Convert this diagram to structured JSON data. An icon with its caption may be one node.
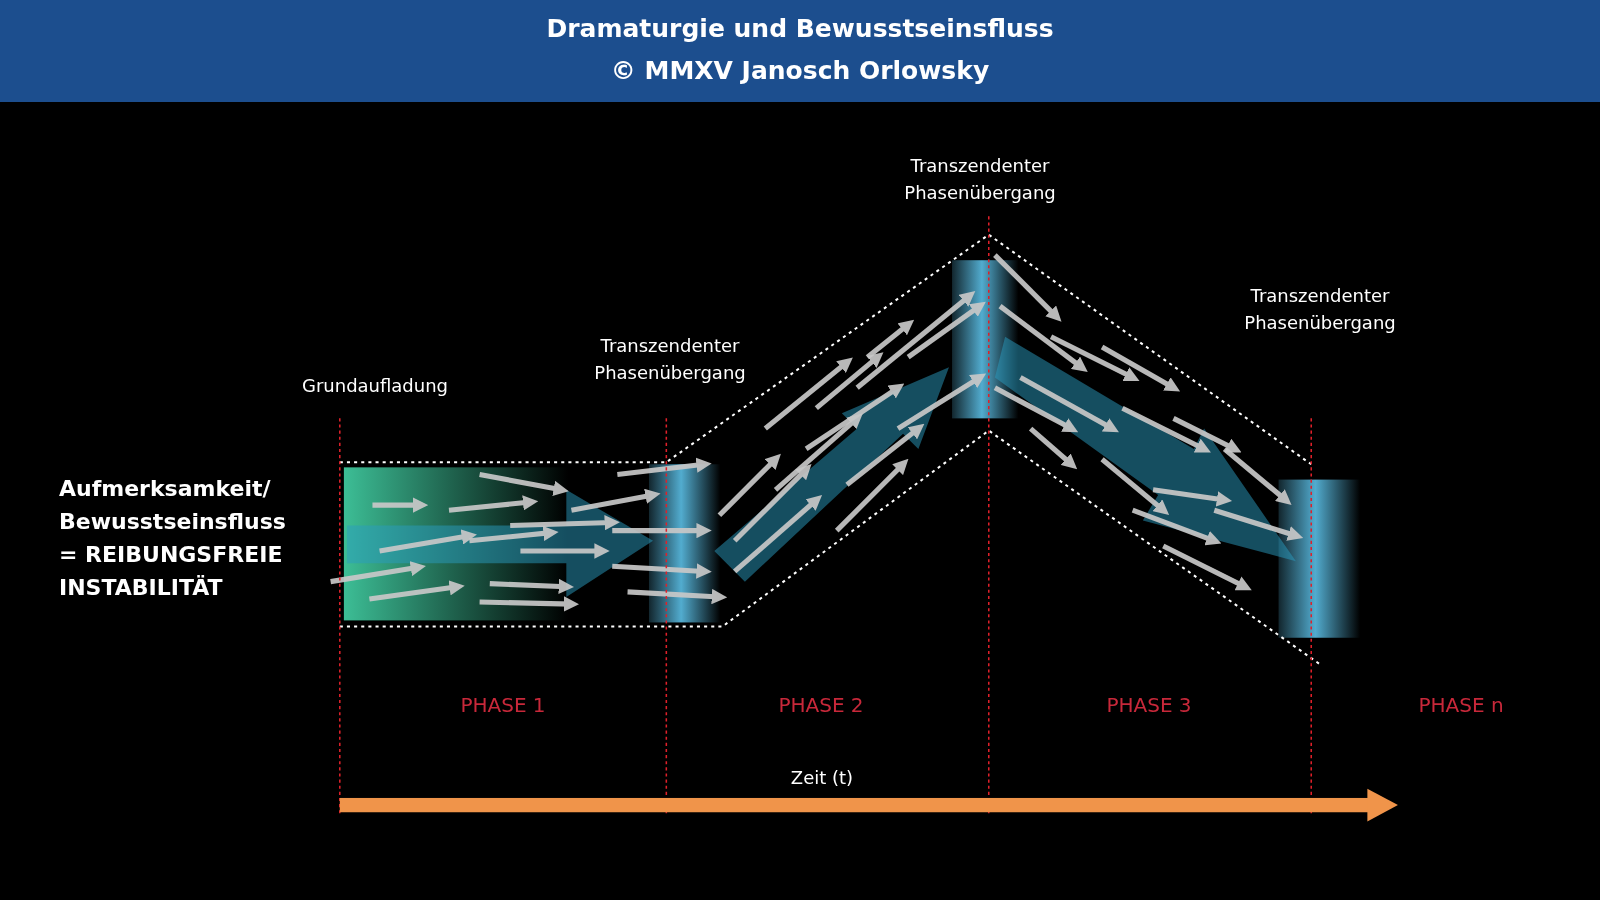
{
  "diagram": {
    "title": "Dramaturgie und Bewusstseinsfluss",
    "labels": [
      "© MMXV Janosch Orlowsky",
      "Transzendenter Phasenübergang",
      "Transzendenter Phasenübergang",
      "Transzendenter Phasenübergang",
      "Grundaufladung",
      "Aufmerksamkeit/ Bewusstseinsfluss = REIBUNGSFREIE INSTABILITÄT",
      "PHASE 1",
      "PHASE 2",
      "PHASE 3",
      "PHASE n",
      "Zeit (t)"
    ]
  }
}
